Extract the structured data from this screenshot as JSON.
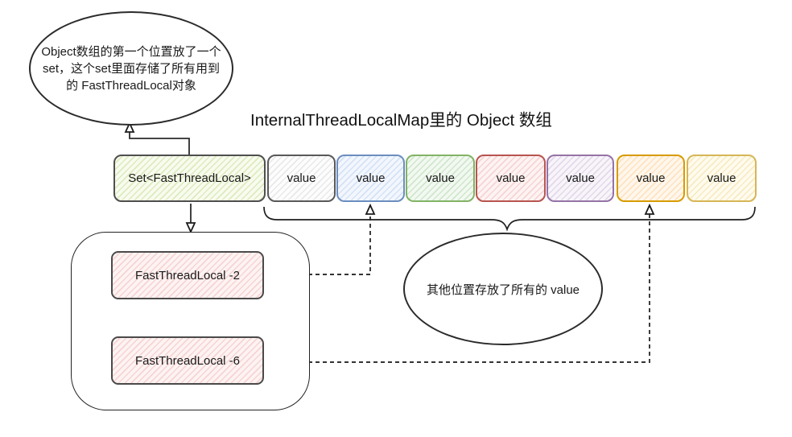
{
  "title": "InternalThreadLocalMap里的 Object 数组",
  "set_callout": {
    "line1": "Object数组的第一个位置放了一个",
    "line2": "set，这个set里面存储了所有用到",
    "line3": "的 FastThreadLocal对象"
  },
  "values_callout": {
    "text": "其他位置存放了所有的 value"
  },
  "array_slots": [
    {
      "label": "Set<FastThreadLocal>",
      "color_name": "green-olive",
      "border": "#4f4f4f",
      "hatch": "#dcebbe"
    },
    {
      "label": "value",
      "color_name": "gray",
      "border": "#595959",
      "hatch": "#e9e9e9"
    },
    {
      "label": "value",
      "color_name": "blue",
      "border": "#6c8ebf",
      "hatch": "#d4e2f6"
    },
    {
      "label": "value",
      "color_name": "green",
      "border": "#82b366",
      "hatch": "#d0e6cc"
    },
    {
      "label": "value",
      "color_name": "red",
      "border": "#b85450",
      "hatch": "#f6d4d2"
    },
    {
      "label": "value",
      "color_name": "purple",
      "border": "#9673a6",
      "hatch": "#e3d8ea"
    },
    {
      "label": "value",
      "color_name": "orange",
      "border": "#d79b00",
      "hatch": "#ffe2c0"
    },
    {
      "label": "value",
      "color_name": "yellow",
      "border": "#d6b656",
      "hatch": "#f7ebc3"
    }
  ],
  "set_members": [
    {
      "label": "FastThreadLocal -2"
    },
    {
      "label": "FastThreadLocal -6"
    }
  ]
}
